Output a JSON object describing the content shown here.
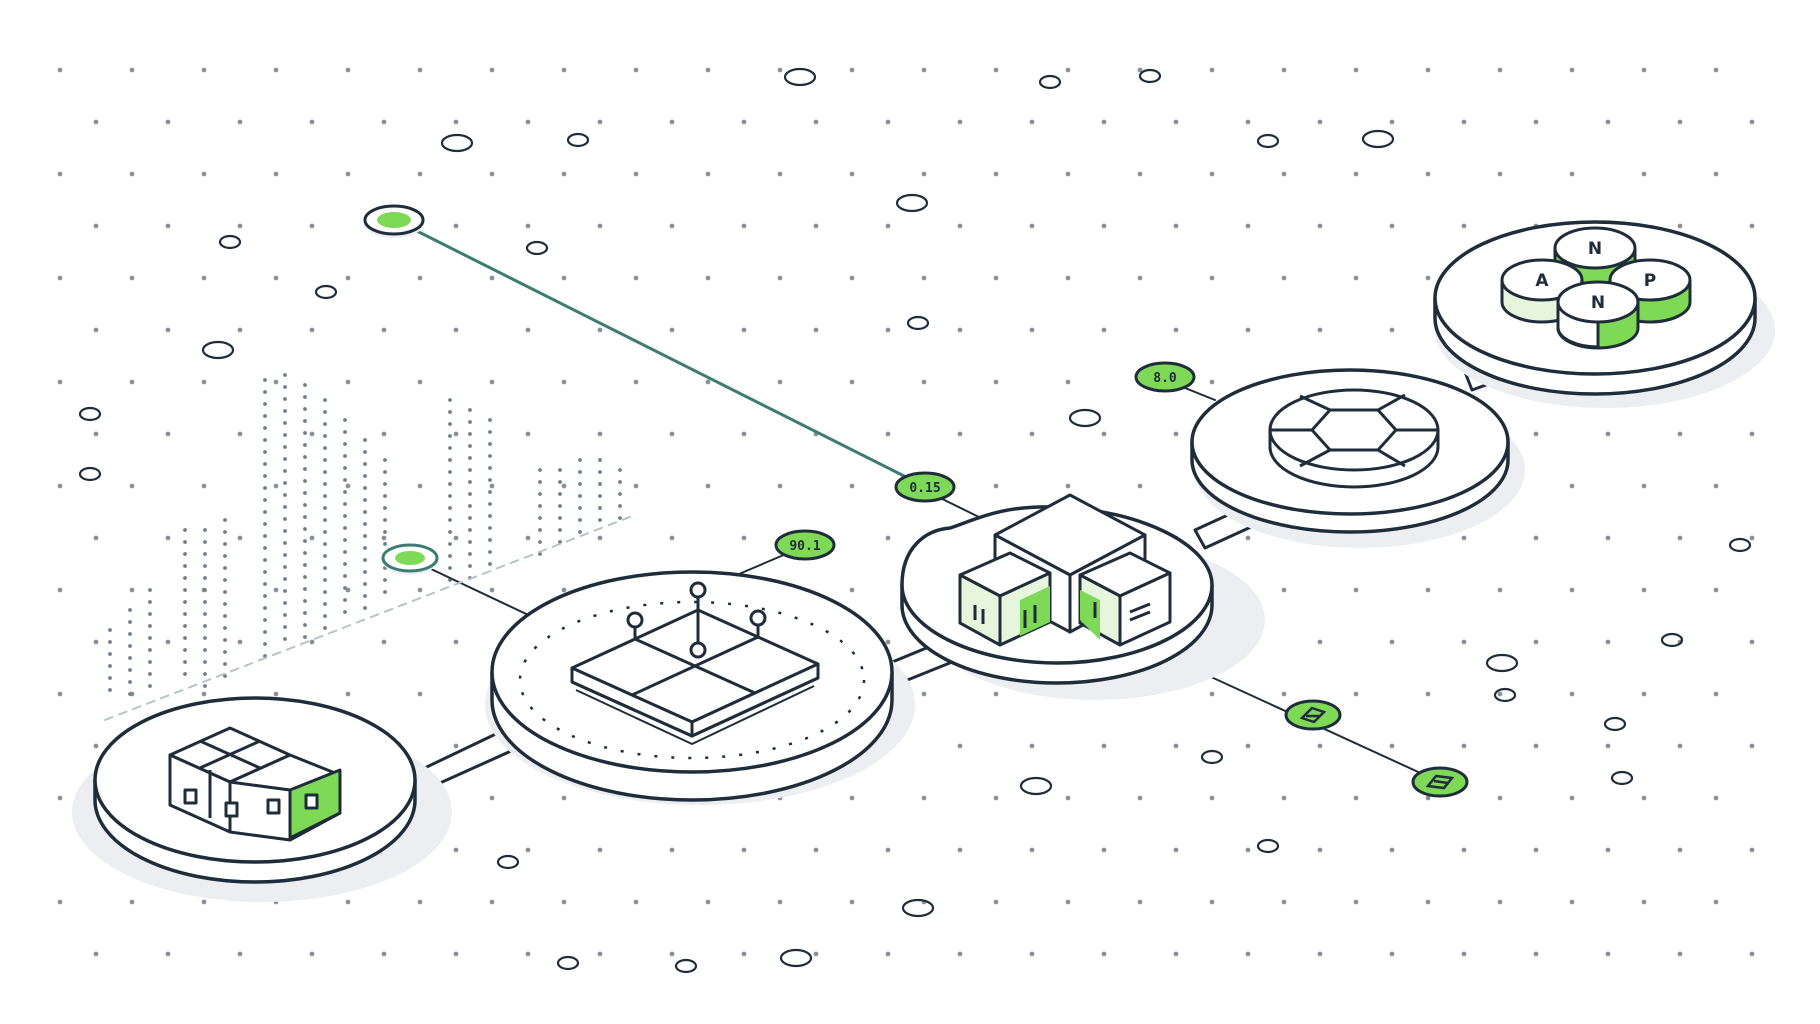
{
  "colors": {
    "outline": "#1f2d3a",
    "accent": "#7ed957",
    "accent_light": "#e6f6dc",
    "teal_line": "#3d7c73",
    "dot": "#8a9198",
    "shadow": "#eceef1"
  },
  "badges": {
    "top_center": "0.15",
    "mid_center": "90.1",
    "right_upper": "8.0"
  },
  "cluster_tokens": [
    "N",
    "A",
    "P",
    "N"
  ],
  "nodes": [
    {
      "icon": "cube-cluster-icon"
    },
    {
      "icon": "mesh-grid-platform-icon"
    },
    {
      "icon": "server-blocks-icon"
    },
    {
      "icon": "hexagon-hub-icon"
    },
    {
      "icon": "token-cluster-icon"
    }
  ]
}
